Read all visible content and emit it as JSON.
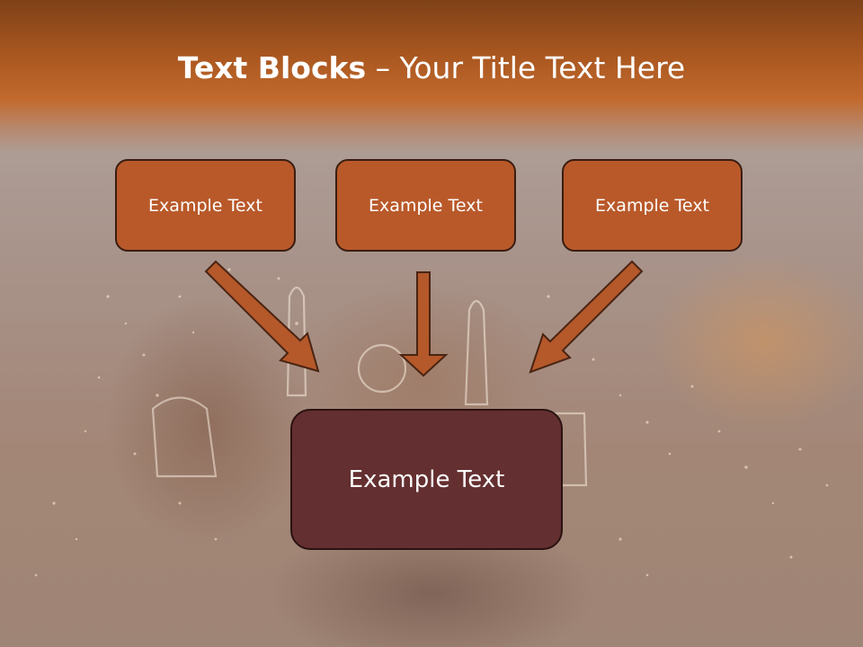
{
  "slide": {
    "title_bold": "Text Blocks",
    "title_dash": " – ",
    "title_rest": "Your Title Text Here",
    "blocks": [
      {
        "label": "Example Text"
      },
      {
        "label": "Example Text"
      },
      {
        "label": "Example Text"
      }
    ],
    "main_block": {
      "label": "Example Text"
    }
  },
  "colors": {
    "header": "#b25c25",
    "block_fill": "#b9592a",
    "main_fill": "#642f30",
    "arrow": "#b5582a",
    "text": "#ffffff"
  }
}
